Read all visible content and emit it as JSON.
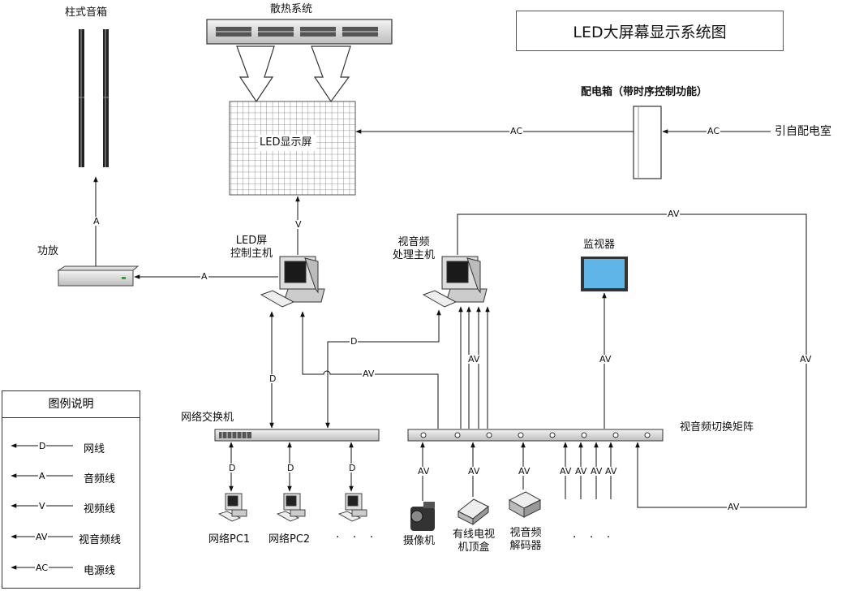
{
  "title": "LED大屏幕显示系统图",
  "labels": {
    "column_speakers": "柱式音箱",
    "cooling": "散热系统",
    "led_screen": "LED显示屏",
    "power_box": "配电箱（带时序控制功能）",
    "mains": "引自配电室",
    "amplifier": "功放",
    "led_ctrl": "LED屏\n控制主机",
    "av_host": "视音频\n处理主机",
    "monitor": "监视器",
    "switch": "网络交换机",
    "matrix": "视音频切换矩阵",
    "pc1": "网络PC1",
    "pc2": "网络PC2",
    "camera": "摄像机",
    "settop": "有线电视\n机顶盒",
    "decoder": "视音频\n解码器",
    "dots": "· · ·"
  },
  "edge_labels": {
    "ac": "AC",
    "a": "A",
    "v": "V",
    "d": "D",
    "av": "AV"
  },
  "legend": {
    "title": "图例说明",
    "items": [
      {
        "code": "D",
        "name": "网线"
      },
      {
        "code": "A",
        "name": "音频线"
      },
      {
        "code": "V",
        "name": "视频线"
      },
      {
        "code": "AV",
        "name": "视音频线"
      },
      {
        "code": "AC",
        "name": "电源线"
      }
    ]
  },
  "colors": {
    "line": "#111111",
    "monitor_screen": "#5fb4e8"
  }
}
